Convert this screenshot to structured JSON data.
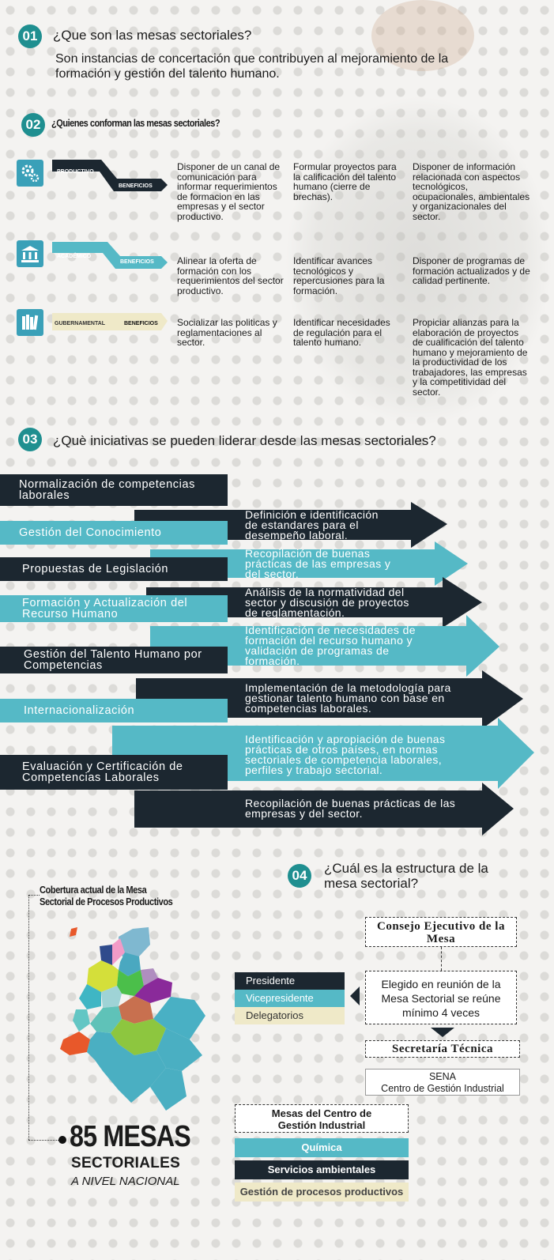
{
  "s1": {
    "num": "01",
    "title": "¿Que son las mesas sectoriales?",
    "text": "Son instancias de concertación que contribuyen al mejoramiento de la formación y gestión del talento humano."
  },
  "s2": {
    "num": "02",
    "title": "¿Quienes conforman las mesas sectoriales?",
    "rows": [
      {
        "icon": "gears-icon",
        "sector": "PRODUCTIVO",
        "benefit": "BENEFICIOS",
        "c1": "Disponer de un canal de comunicación para informar requerimientos de formacion en las empresas y el sector productivo.",
        "c2": "Formular proyectos para la calificación del talento humano (cierre de brechas).",
        "c3": "Disponer de información relacionada con aspectos tecnológicos, ocupacionales, ambientales y organizacionales del sector."
      },
      {
        "icon": "building-icon",
        "sector": "ACADÉMICO",
        "benefit": "BENEFICIOS",
        "c1": "Alinear la oferta de formación con los requerimientos del sector productivo.",
        "c2": "Identificar avances tecnológicos y repercusiones para la formación.",
        "c3": "Disponer de programas de formación actualizados y de calidad pertinente."
      },
      {
        "icon": "books-icon",
        "sector": "GUBERNAMENTAL",
        "benefit": "BENEFICIOS",
        "c1": "Socializar las politicas y reglamentaciones al sector.",
        "c2": "Identificar necesidades de regulación para el talento humano.",
        "c3": "Propiciar alianzas para la elaboración de proyectos de cualificación del talento humano y mejoramiento de la productividad de los trabajadores, las empresas y la competitividad del sector."
      }
    ]
  },
  "s3": {
    "num": "03",
    "title": "¿Què iniciativas se pueden liderar desde las mesas sectoriales?",
    "left": [
      "Normalización de competencias laborales",
      "Gestión del Conocimiento",
      "Propuestas de Legislación",
      "Formación y Actualización del Recurso Humano",
      "Gestión del Talento Humano por Competencias",
      "Internacionalización",
      "Evaluación y Certificación de Competencias Laborales"
    ],
    "right": [
      "Definición e identificación de estandares para el desempeño laboral.",
      "Recopilación de buenas prácticas de las empresas y del sector.",
      "Análisis de la normatividad del sector y discusión de proyectos de reglamentación.",
      "Identificación de necesidades de formación del recurso humano y validación de programas de formación.",
      "Implementación de la metodología para gestionar talento humano con base en competencias laborales.",
      "Identificación y  apropiación de buenas prácticas de otros países, en normas sectoriales de competencia laborales, perfiles y trabajo sectorial.",
      "Recopilación de buenas prácticas de las empresas y del sector."
    ]
  },
  "map": {
    "caption": "Cobertura actual de la Mesa Sectorial de Procesos Productivos",
    "big": "85 MESAS",
    "mid": "SECTORIALES",
    "small": "A NIVEL NACIONAL"
  },
  "s4": {
    "num": "04",
    "title": "¿Cuál es la estructura de la mesa sectorial?",
    "consejo": "Consejo Ejecutivo de la Mesa",
    "roles": [
      "Presidente",
      "Vicepresidente",
      "Delegatorios"
    ],
    "elegido": "Elegido en reunión de la Mesa Sectorial se reúne mínimo 4 veces",
    "secretaria": "Secretaría Técnica",
    "sena": "SENA",
    "sena_sub": "Centro de Gestión Industrial",
    "mesas_title": "Mesas del Centro de Gestión Industrial",
    "mesas": [
      "Química",
      "Servicios ambientales",
      "Gestión de procesos productivos"
    ]
  },
  "colors": {
    "teal": "#55b9c6",
    "dark": "#1c2730",
    "number": "#1f8f90",
    "beige": "#efe9c8"
  }
}
